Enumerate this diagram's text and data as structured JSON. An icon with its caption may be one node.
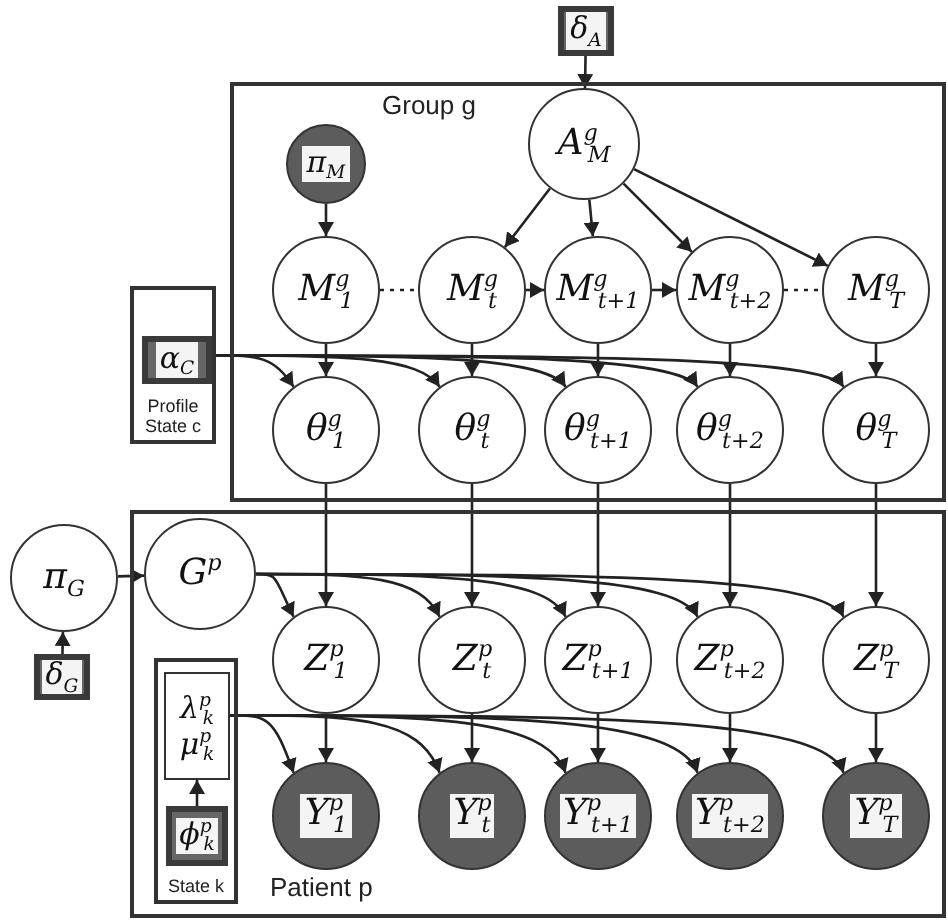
{
  "diagram": {
    "nodes": [
      {
        "text": [
          "δ$_{A}$"
        ]
      },
      {
        "text": [
          "Group g"
        ]
      },
      {
        "text": [
          "A$^{g}$$_{M}$"
        ],
        "in": 1
      },
      {
        "text": [
          "π$_{M}$"
        ],
        "in": 1
      },
      {
        "text": [
          "M$^{g}$$_{1}$"
        ],
        "in": 1
      },
      {
        "text": [
          "M$^{g}$$_{t}$"
        ],
        "in": 1
      },
      {
        "text": [
          "M$^{g}$$_{t+1}$"
        ],
        "in": 1
      },
      {
        "text": [
          "M$^{g}$$_{t+2}$"
        ],
        "in": 1
      },
      {
        "text": [
          "M$^{g}$$_{T}$"
        ],
        "in": 1
      },
      {
        "text": [
          "Profile State c"
        ]
      },
      {
        "text": [
          "α$_{C}$"
        ],
        "in": 9
      },
      {
        "text": [
          "θ$^{g}$$_{1}$"
        ],
        "in": 1
      },
      {
        "text": [
          "θ$^{g}$$_{t}$"
        ],
        "in": 1
      },
      {
        "text": [
          "θ$^{g}$$_{t+1}$"
        ],
        "in": 1
      },
      {
        "text": [
          "θ$^{g}$$_{t+2}$"
        ],
        "in": 1
      },
      {
        "text": [
          "θ$^{g}$$_{T}$"
        ],
        "in": 1
      },
      {
        "text": [
          "π$_{G}$"
        ]
      },
      {
        "text": [
          "δ$_{G}$"
        ]
      },
      {
        "text": [
          "Patient p"
        ]
      },
      {
        "text": [
          "G$^{p}$"
        ],
        "in": 18
      },
      {
        "text": [
          "Z$^{p}$$_{1}$"
        ],
        "in": 18
      },
      {
        "text": [
          "Z$^{p}$$_{t}$"
        ],
        "in": 18
      },
      {
        "text": [
          "Z$^{p}$$_{t+1}$"
        ],
        "in": 18
      },
      {
        "text": [
          "Z$^{p}$$_{t+2}$"
        ],
        "in": 18
      },
      {
        "text": [
          "Z$^{p}$$_{T}$"
        ],
        "in": 18
      },
      {
        "text": [
          "State k"
        ],
        "in": 18
      },
      {
        "text": [
          "λ$^{p}$$_{k}$",
          "μ$^{p}$$_{k}$"
        ],
        "in": 25
      },
      {
        "text": [
          "ϕ$^{p}$$_{k}$"
        ],
        "in": 25
      },
      {
        "text": [
          "Y$^{p}$$_{1}$"
        ],
        "in": 18
      },
      {
        "text": [
          "Y$^{p}$$_{t}$"
        ],
        "in": 18
      },
      {
        "text": [
          "Y$^{p}$$_{t+1}$"
        ],
        "in": 18
      },
      {
        "text": [
          "Y$^{p}$$_{t+2}$"
        ],
        "in": 18
      },
      {
        "text": [
          "Y$^{p}$$_{T}$"
        ],
        "in": 18
      }
    ],
    "edges": [
      {
        "from": 0,
        "to": 2,
        "arrow": "to"
      },
      {
        "from": 2,
        "to": 5,
        "arrow": "to"
      },
      {
        "from": 2,
        "to": 6,
        "arrow": "to"
      },
      {
        "from": 2,
        "to": 7,
        "arrow": "to"
      },
      {
        "from": 2,
        "to": 8,
        "arrow": "to"
      },
      {
        "from": 3,
        "to": 4,
        "arrow": "to"
      },
      {
        "from": 4,
        "to": 5,
        "arrow": "none",
        "style": "dashed"
      },
      {
        "from": 5,
        "to": 6,
        "arrow": "to"
      },
      {
        "from": 6,
        "to": 7,
        "arrow": "to"
      },
      {
        "from": 7,
        "to": 8,
        "arrow": "none",
        "style": "dashed"
      },
      {
        "from": 4,
        "to": 11,
        "arrow": "to"
      },
      {
        "from": 5,
        "to": 12,
        "arrow": "to"
      },
      {
        "from": 6,
        "to": 13,
        "arrow": "to"
      },
      {
        "from": 7,
        "to": 14,
        "arrow": "to"
      },
      {
        "from": 8,
        "to": 15,
        "arrow": "to"
      },
      {
        "from": 10,
        "to": 11,
        "arrow": "to"
      },
      {
        "from": 10,
        "to": 12,
        "arrow": "to"
      },
      {
        "from": 10,
        "to": 13,
        "arrow": "to"
      },
      {
        "from": 10,
        "to": 14,
        "arrow": "to"
      },
      {
        "from": 10,
        "to": 15,
        "arrow": "to"
      },
      {
        "from": 11,
        "to": 20,
        "arrow": "to"
      },
      {
        "from": 12,
        "to": 21,
        "arrow": "to"
      },
      {
        "from": 13,
        "to": 22,
        "arrow": "to"
      },
      {
        "from": 14,
        "to": 23,
        "arrow": "to"
      },
      {
        "from": 15,
        "to": 24,
        "arrow": "to"
      },
      {
        "from": 16,
        "to": 19,
        "arrow": "to"
      },
      {
        "from": 17,
        "to": 16,
        "arrow": "to"
      },
      {
        "from": 19,
        "to": 20,
        "arrow": "to"
      },
      {
        "from": 19,
        "to": 21,
        "arrow": "to"
      },
      {
        "from": 19,
        "to": 22,
        "arrow": "to"
      },
      {
        "from": 19,
        "to": 23,
        "arrow": "to"
      },
      {
        "from": 19,
        "to": 24,
        "arrow": "to"
      },
      {
        "from": 20,
        "to": 28,
        "arrow": "to"
      },
      {
        "from": 21,
        "to": 29,
        "arrow": "to"
      },
      {
        "from": 22,
        "to": 30,
        "arrow": "to"
      },
      {
        "from": 23,
        "to": 31,
        "arrow": "to"
      },
      {
        "from": 24,
        "to": 32,
        "arrow": "to"
      },
      {
        "from": 26,
        "to": 28,
        "arrow": "to"
      },
      {
        "from": 26,
        "to": 29,
        "arrow": "to"
      },
      {
        "from": 26,
        "to": 30,
        "arrow": "to"
      },
      {
        "from": 26,
        "to": 31,
        "arrow": "to"
      },
      {
        "from": 26,
        "to": 32,
        "arrow": "to"
      },
      {
        "from": 27,
        "to": 26,
        "arrow": "to"
      }
    ]
  }
}
